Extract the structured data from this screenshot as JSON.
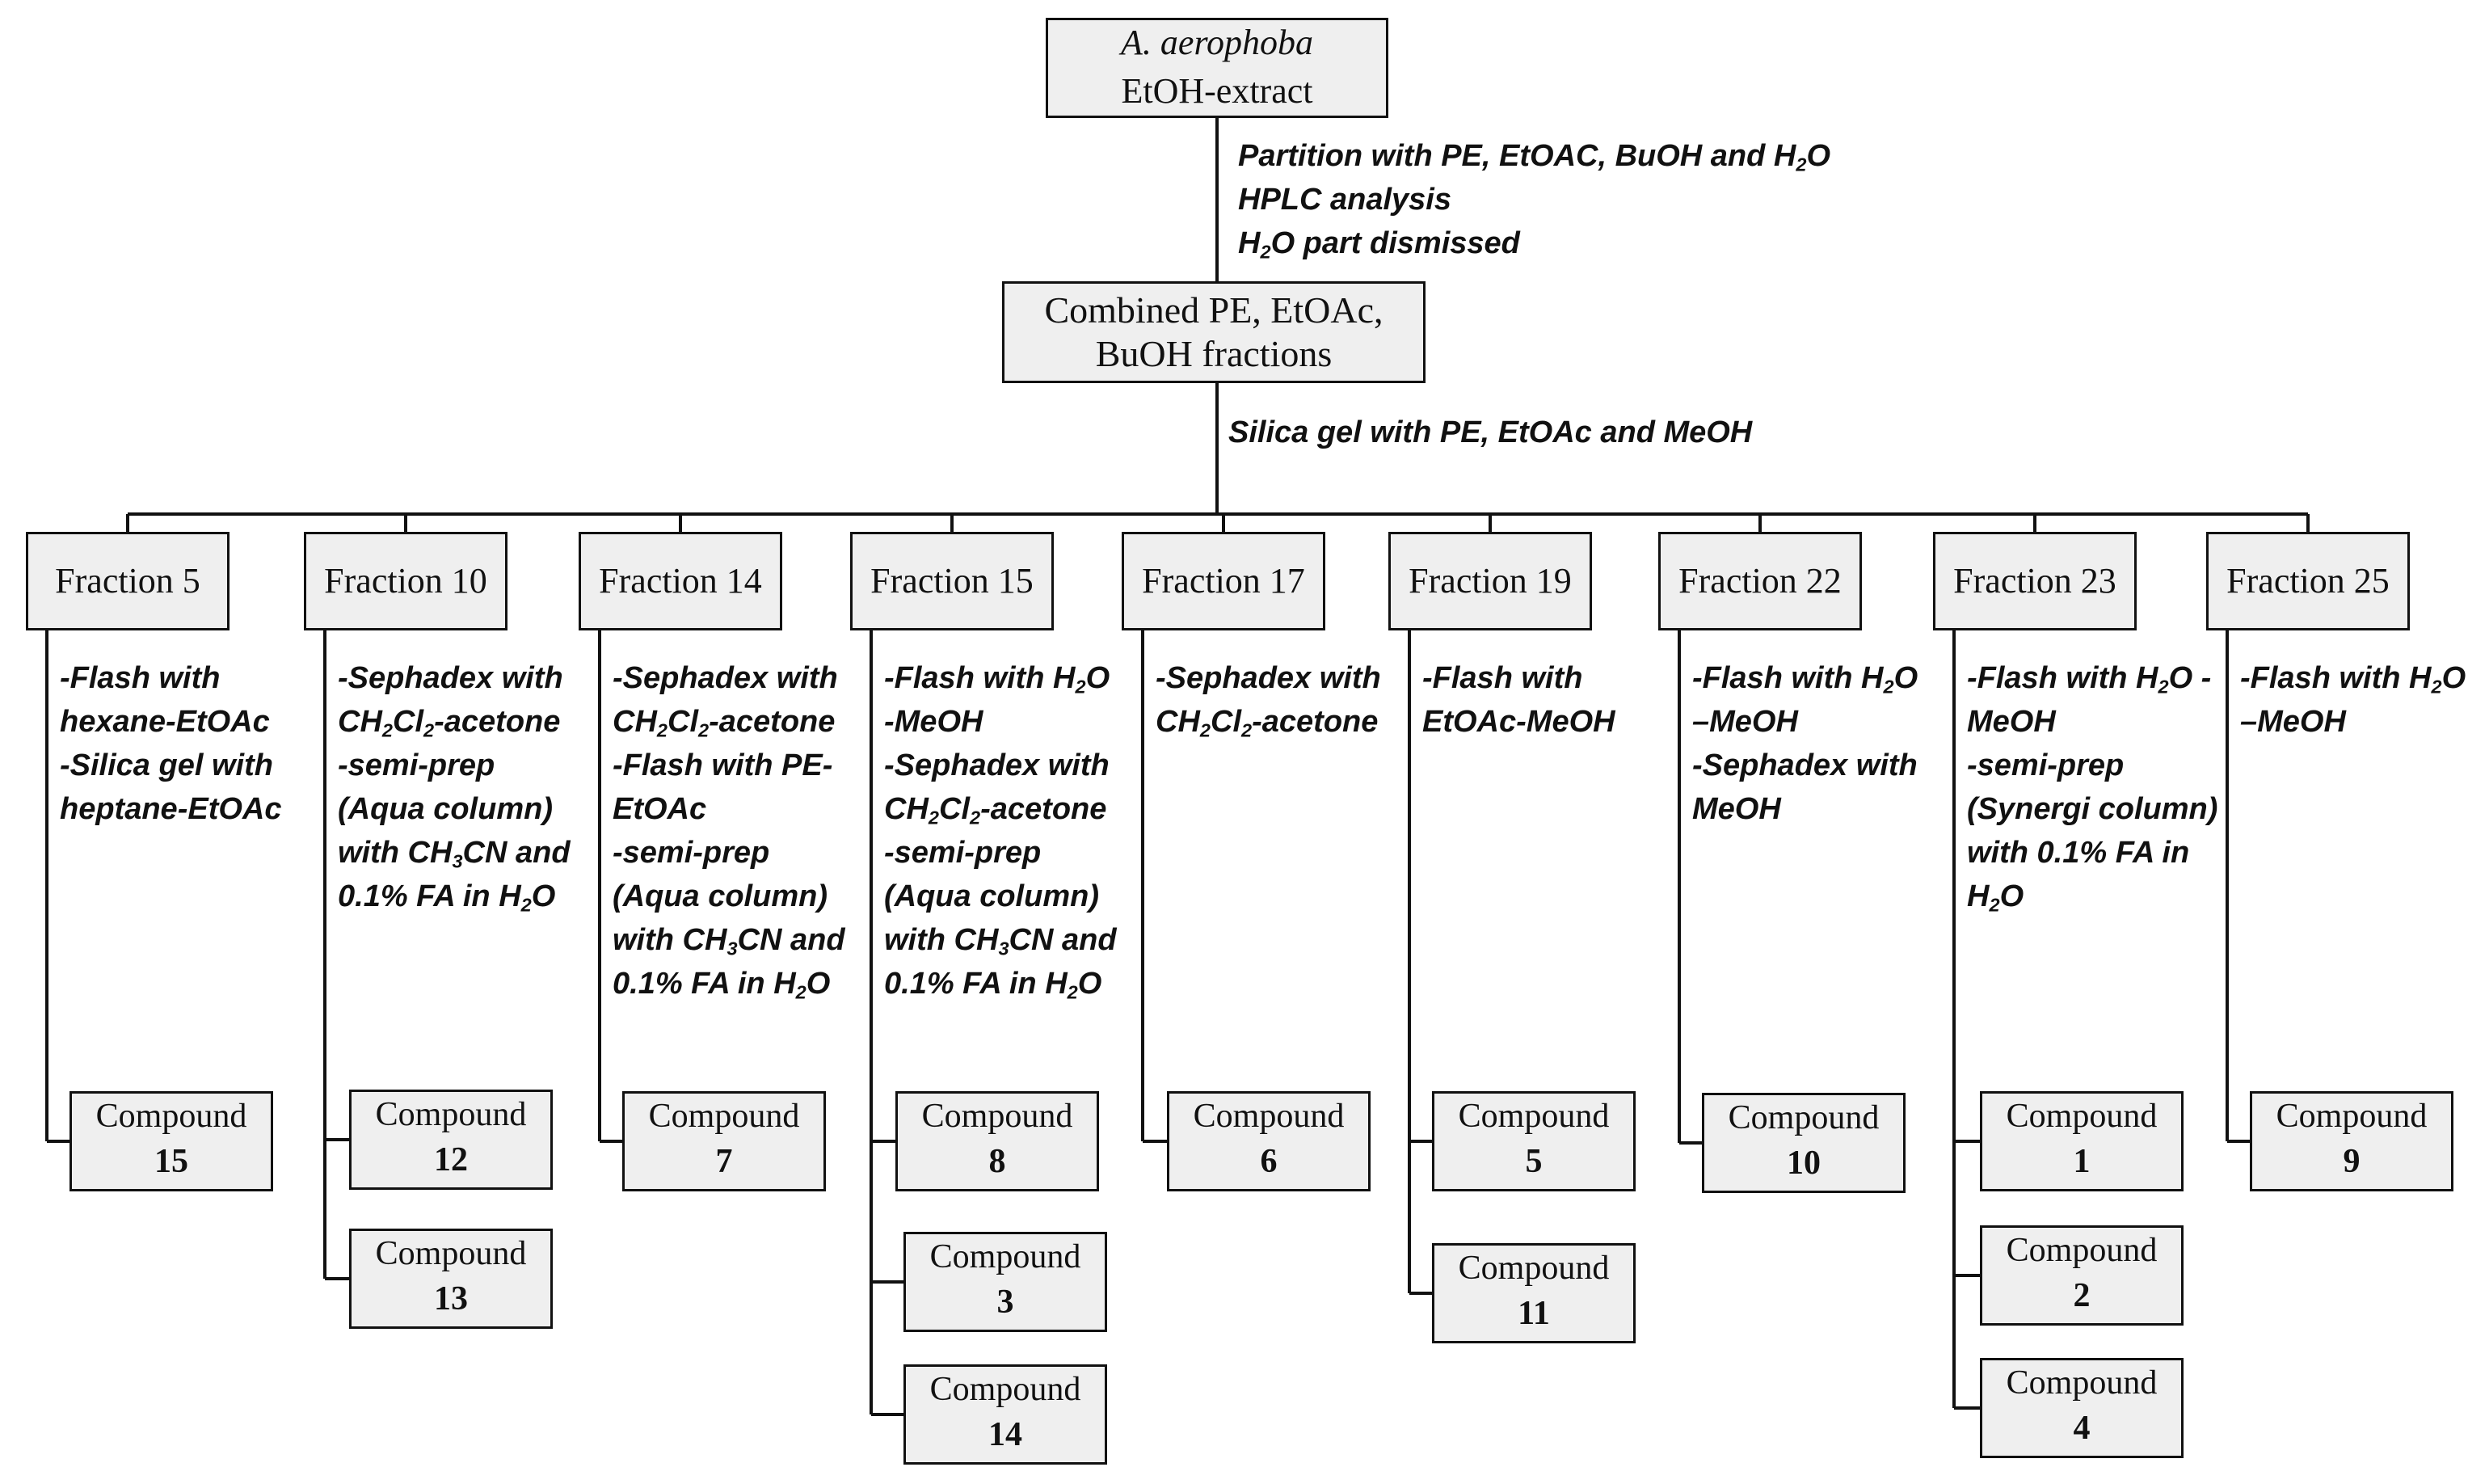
{
  "start": {
    "name": "A. aerophoba",
    "label": "EtOH-extract"
  },
  "step1": {
    "line1_pre": "Partition with PE, EtOAC, BuOH and H",
    "line1_sub": "2",
    "line1_post": "O",
    "line2": "HPLC analysis",
    "line3_pre": "H",
    "line3_sub": "2",
    "line3_post": "O part dismissed"
  },
  "combined": {
    "line1": "Combined PE, EtOAc,",
    "line2": "BuOH fractions"
  },
  "step2": "Silica gel with PE, EtOAc and MeOH",
  "compound_label": "Compound",
  "fractions": [
    {
      "label": "Fraction 5",
      "steps": [
        "-Flash with",
        "hexane-EtOAc",
        "-Silica gel with",
        "heptane-EtOAc"
      ],
      "compounds": [
        "15"
      ]
    },
    {
      "label": "Fraction 10",
      "steps": [
        "-Sephadex with",
        "CH|2|Cl|2|-acetone",
        "-semi-prep",
        "(Aqua column)",
        "with CH|3|CN and",
        "0.1% FA in H|2|O"
      ],
      "compounds": [
        "12",
        "13"
      ]
    },
    {
      "label": "Fraction 14",
      "steps": [
        "-Sephadex with",
        "CH|2|Cl|2|-acetone",
        "-Flash with PE-",
        "EtOAc",
        "-semi-prep",
        "(Aqua column)",
        "with CH|3|CN and",
        "0.1% FA in H|2|O"
      ],
      "compounds": [
        "7"
      ]
    },
    {
      "label": "Fraction 15",
      "steps": [
        "-Flash with H|2|O",
        "-MeOH",
        "-Sephadex with",
        "CH|2|Cl|2|-acetone",
        "-semi-prep",
        "(Aqua column)",
        "with CH|3|CN and",
        "0.1% FA in H|2|O"
      ],
      "compounds": [
        "8",
        "3",
        "14"
      ]
    },
    {
      "label": "Fraction 17",
      "steps": [
        "-Sephadex with",
        "CH|2|Cl|2|-acetone"
      ],
      "compounds": [
        "6"
      ]
    },
    {
      "label": "Fraction 19",
      "steps": [
        "-Flash with",
        "EtOAc-MeOH"
      ],
      "compounds": [
        "5",
        "11"
      ]
    },
    {
      "label": "Fraction 22",
      "steps": [
        "-Flash with  H|2|O",
        "–MeOH",
        "-Sephadex with",
        "MeOH"
      ],
      "compounds": [
        "10"
      ]
    },
    {
      "label": "Fraction 23",
      "steps": [
        "-Flash with H|2|O -",
        "MeOH",
        "-semi-prep",
        "(Synergi column)",
        "with 0.1% FA in",
        "H|2|O"
      ],
      "compounds": [
        "1",
        "2",
        "4"
      ]
    },
    {
      "label": "Fraction 25",
      "steps": [
        "-Flash with  H|2|O",
        "–MeOH"
      ],
      "compounds": [
        "9"
      ]
    }
  ]
}
